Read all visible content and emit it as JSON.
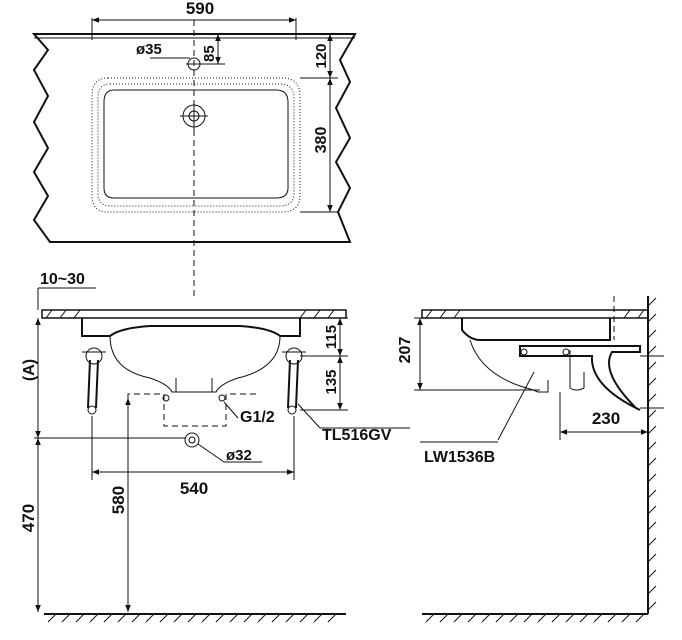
{
  "top_view": {
    "dim_width": "590",
    "dim_hole_dia": "ø35",
    "dim_hole_offset": "85",
    "dim_deck_depth": "120",
    "dim_bowl_depth": "380"
  },
  "front_view": {
    "dim_range": "10~30",
    "label_a": "(A)",
    "dim_basin_h": "115",
    "dim_trap_h": "135",
    "label_thread": "G1/2",
    "label_valve": "TL516GV",
    "dim_drain_dia": "ø32",
    "dim_valve_spacing": "540",
    "dim_drain_height": "580",
    "dim_basin_height": "470"
  },
  "side_view": {
    "dim_depth": "207",
    "label_bracket": "LW1536B",
    "dim_projection": "230"
  }
}
